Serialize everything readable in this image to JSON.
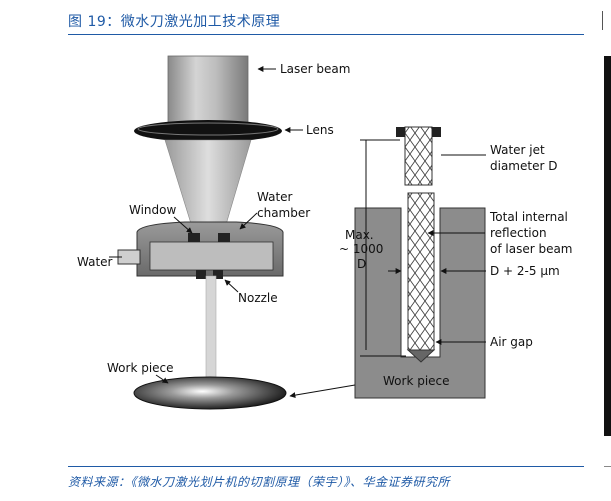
{
  "figure": {
    "title": "图 19：微水刀激光加工技术原理"
  },
  "source": {
    "text": "资料来源：《微水刀激光划片机的切割原理（荣宇）》、华金证券研究所"
  },
  "labels": {
    "laser_beam": "Laser beam",
    "lens": "Lens",
    "window": "Window",
    "water_chamber_1": "Water",
    "water_chamber_2": "chamber",
    "water": "Water",
    "nozzle": "Nozzle",
    "work_piece_left": "Work piece",
    "jet_diameter_1": "Water jet",
    "jet_diameter_2": "diameter D",
    "tir_1": "Total internal",
    "tir_2": "reflection",
    "tir_3": "of laser beam",
    "gap_width": "D + 2-5 µm",
    "air_gap": "Air gap",
    "max_1": "Max.",
    "max_2": "~ 1000",
    "max_3": "D",
    "work_piece_right": "Work piece"
  },
  "colors": {
    "accent": "#1f5aa6"
  }
}
